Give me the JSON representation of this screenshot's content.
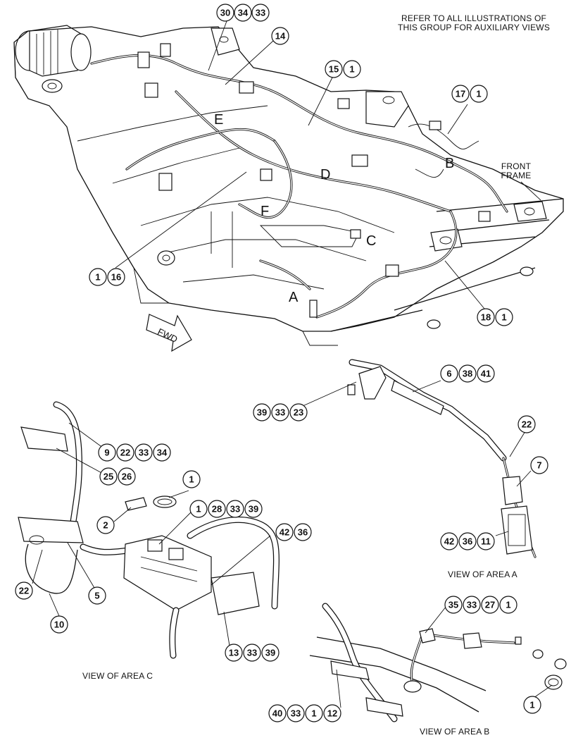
{
  "header": {
    "note_line1": "REFER TO ALL ILLUSTRATIONS OF",
    "note_line2": "THIS GROUP FOR AUXILIARY VIEWS"
  },
  "labels": {
    "front_frame_line1": "FRONT",
    "front_frame_line2": "FRAME",
    "fwd": "FWD",
    "view_a": "VIEW OF AREA A",
    "view_b": "VIEW OF AREA B",
    "view_c": "VIEW OF AREA C"
  },
  "area_letters": {
    "a": "A",
    "b": "B",
    "c": "C",
    "d": "D",
    "e": "E",
    "f": "F"
  },
  "callouts": {
    "c30_34_33": [
      "30",
      "34",
      "33"
    ],
    "c14": [
      "14"
    ],
    "c15_1": [
      "15",
      "1"
    ],
    "c17_1": [
      "17",
      "1"
    ],
    "c1_16": [
      "1",
      "16"
    ],
    "c18_1": [
      "18",
      "1"
    ],
    "c6_38_41": [
      "6",
      "38",
      "41"
    ],
    "c39_33_23": [
      "39",
      "33",
      "23"
    ],
    "c22_a": [
      "22"
    ],
    "c7": [
      "7"
    ],
    "c42_36_11": [
      "42",
      "36",
      "11"
    ],
    "c9_22_33_34": [
      "9",
      "22",
      "33",
      "34"
    ],
    "c25_26": [
      "25",
      "26"
    ],
    "c1_c": [
      "1"
    ],
    "c2": [
      "2"
    ],
    "c1_28_33_39": [
      "1",
      "28",
      "33",
      "39"
    ],
    "c42_36": [
      "42",
      "36"
    ],
    "c22_c": [
      "22"
    ],
    "c5": [
      "5"
    ],
    "c10": [
      "10"
    ],
    "c13_33_39": [
      "13",
      "33",
      "39"
    ],
    "c35_33_27_1": [
      "35",
      "33",
      "27",
      "1"
    ],
    "c40_33_1_12": [
      "40",
      "33",
      "1",
      "12"
    ],
    "c1_b": [
      "1"
    ]
  }
}
